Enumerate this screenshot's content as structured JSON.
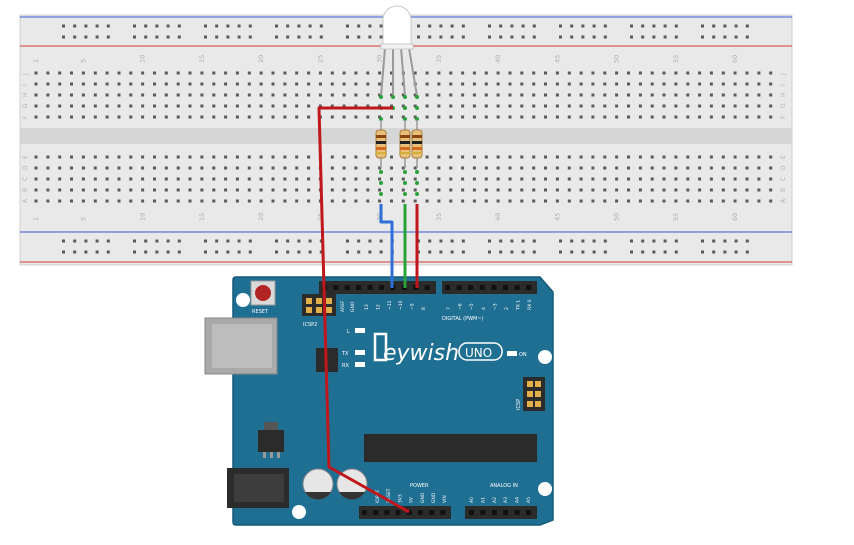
{
  "breadboard": {
    "column_numbers": [
      "1",
      "5",
      "10",
      "15",
      "20",
      "25",
      "30",
      "35",
      "40",
      "45",
      "50",
      "55",
      "60"
    ],
    "row_letters_top": [
      "J",
      "I",
      "H",
      "G",
      "F"
    ],
    "row_letters_bottom": [
      "E",
      "D",
      "C",
      "B",
      "A"
    ]
  },
  "arduino": {
    "reset_label": "RESET",
    "icsp2_label": "ICSP2",
    "icsp_label": "ICSP",
    "aref_label": "AREF",
    "gnd_label": "GND",
    "digital_header_label": "DIGITAL (PWM~)",
    "tx_label": "TX",
    "rx_label": "RX",
    "l_label": "L",
    "on_label": "ON",
    "brand_name": "eywish",
    "model_name": "UNO",
    "power_label": "POWER",
    "analog_label": "ANALOG IN",
    "digital_pins_left": [
      "13",
      "12",
      "~11",
      "~10",
      "~9",
      "8"
    ],
    "digital_pins_right": [
      "7",
      "~6",
      "~5",
      "4",
      "~3",
      "2",
      "TX 1",
      "RX 0"
    ],
    "power_pins": [
      "IOREF",
      "RESET",
      "3V3",
      "5V",
      "GND",
      "GND",
      "VIN"
    ],
    "analog_pins": [
      "A0",
      "A1",
      "A2",
      "A3",
      "A4",
      "A5"
    ]
  },
  "colors": {
    "board": "#1f6f93",
    "board_edge": "#155a7a",
    "breadboard": "#e9e9e9",
    "rail_blue": "#3b5bd6",
    "rail_red": "#d23a3a",
    "wire_red": "#c0171c",
    "wire_green": "#2aa23a",
    "wire_blue": "#2f6fd6",
    "header": "#2b2b2b"
  }
}
